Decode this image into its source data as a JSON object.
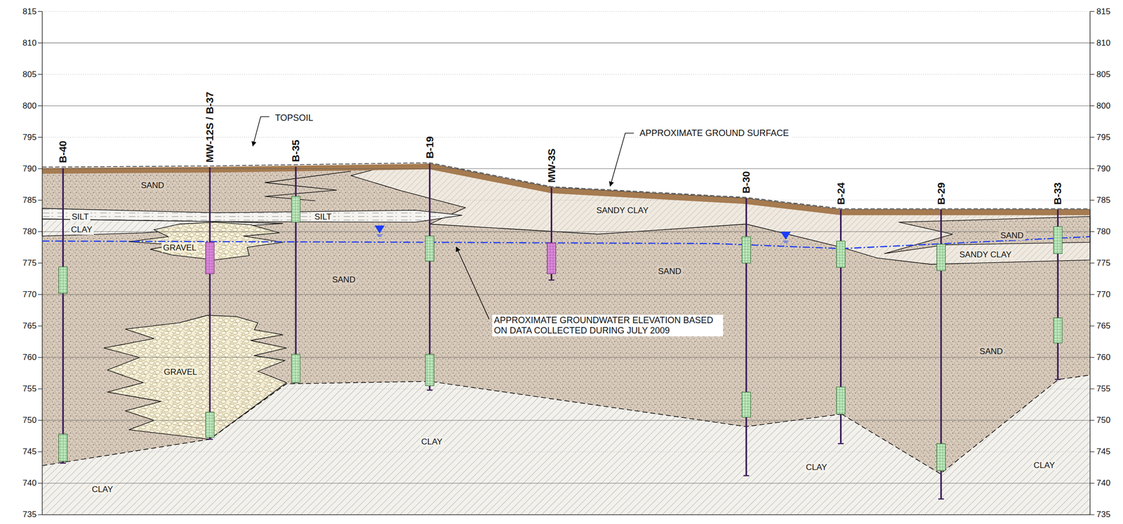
{
  "diagram": {
    "labels": [
      "815",
      "810",
      "805",
      "800",
      "795",
      "790",
      "785",
      "780",
      "775",
      "770",
      "765",
      "760",
      "755",
      "750",
      "745",
      "740",
      "735",
      "815",
      "810",
      "805",
      "800",
      "795",
      "790",
      "785",
      "780",
      "775",
      "770",
      "765",
      "760",
      "755",
      "750",
      "745",
      "740",
      "735",
      "B-40",
      "MW-12S / B-37",
      "B-35",
      "B-19",
      "MW-3S",
      "B-30",
      "B-24",
      "B-29",
      "B-33",
      "TOPSOIL",
      "APPROXIMATE GROUND SURFACE",
      "APPROXIMATE GROUNDWATER ELEVATION BASED ON DATA COLLECTED DURING JULY 2009",
      "SAND",
      "SILT",
      "CLAY",
      "GRAVEL",
      "SILT",
      "SAND",
      "GRAVEL",
      "CLAY",
      "CLAY",
      "SANDY CLAY",
      "SAND",
      "SAND",
      "SANDY CLAY",
      "SAND",
      "CLAY",
      "CLAY"
    ]
  }
}
